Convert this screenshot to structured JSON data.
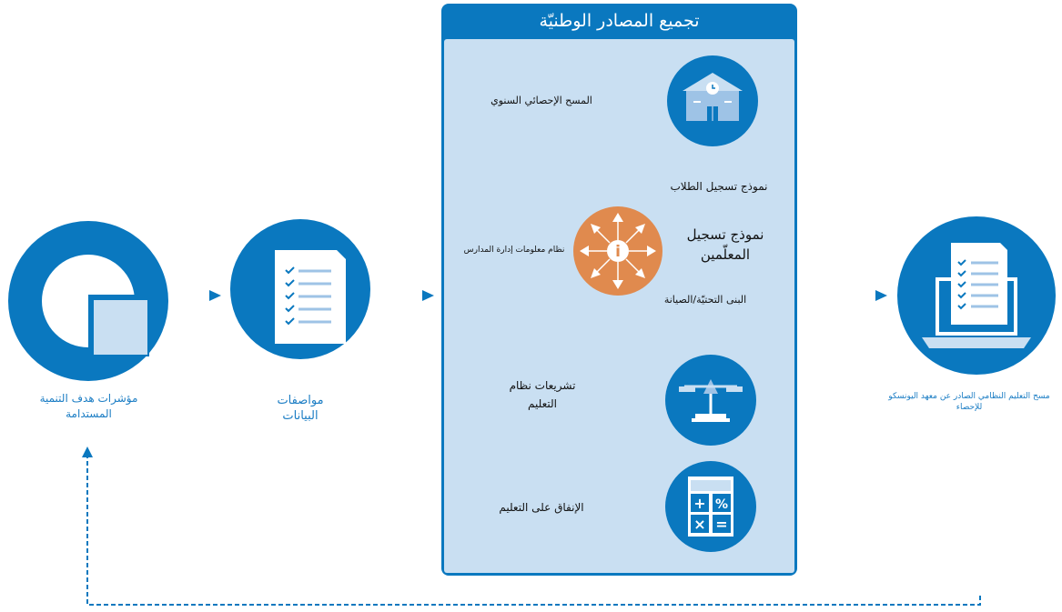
{
  "panel": {
    "title": "تجميع المصادر الوطنيّة",
    "items": {
      "annual_survey": "المسح الإحصائي السنوي",
      "student_reg": "نموذج تسجيل الطلاب",
      "teacher_reg": "نموذج تسجيل المعلّمين",
      "emis": "نظام معلومات إدارة المدارس",
      "infrastructure": "البنى التحتيّة/الصيانة",
      "legislation": "تشريعات نظام التعليم",
      "expenditure": "الإنفاق على التعليم"
    },
    "emis_center_glyph": "i",
    "calculator_glyphs": [
      "+",
      "%",
      "×",
      "="
    ]
  },
  "left": {
    "sdg_label": "مؤشرات هدف التنمية المستدامة",
    "specs_label": "مواصفات البيانات"
  },
  "right": {
    "uis_label": "مسح التعليم النظامي الصادر عن معهد اليونسكو للإحصاء"
  },
  "colors": {
    "brand_blue": "#0a78bf",
    "panel_fill": "#c9dff2",
    "emis_orange": "#e08a4e",
    "text_blue": "#1b7dc4"
  }
}
